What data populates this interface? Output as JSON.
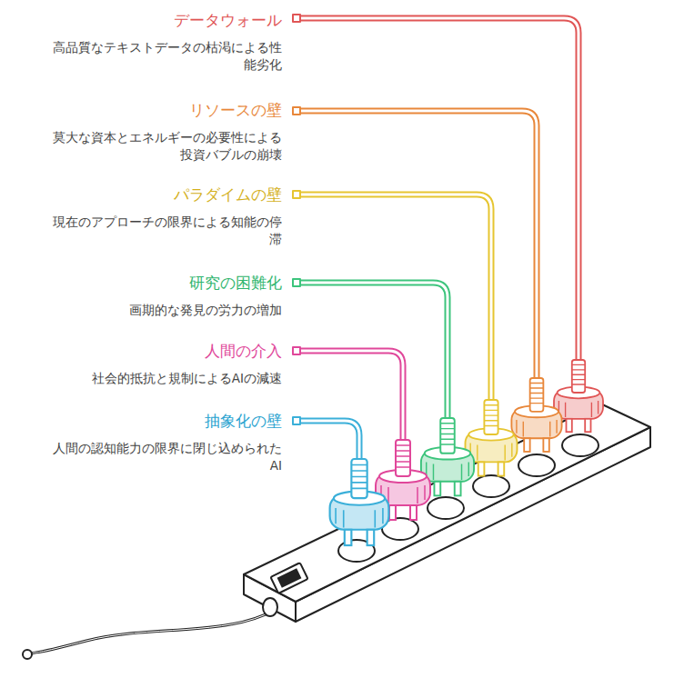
{
  "diagram": {
    "nodes": [
      {
        "text": [
          "データウォール",
          "高品質なテキストデータの枯渇による性能劣化"
        ]
      },
      {
        "text": [
          "リソースの壁",
          "莫大な資本とエネルギーの必要性による投資バブルの崩壊"
        ]
      },
      {
        "text": [
          "パラダイムの壁",
          "現在のアプローチの限界による知能の停滞"
        ]
      },
      {
        "text": [
          "研究の困難化",
          "画期的な発見の労力の増加"
        ]
      },
      {
        "text": [
          "人間の介入",
          "社会的抵抗と規制によるAIの減速"
        ]
      },
      {
        "text": [
          "抽象化の壁",
          "人間の認知能力の限界に閉じ込められたAI"
        ]
      }
    ]
  }
}
